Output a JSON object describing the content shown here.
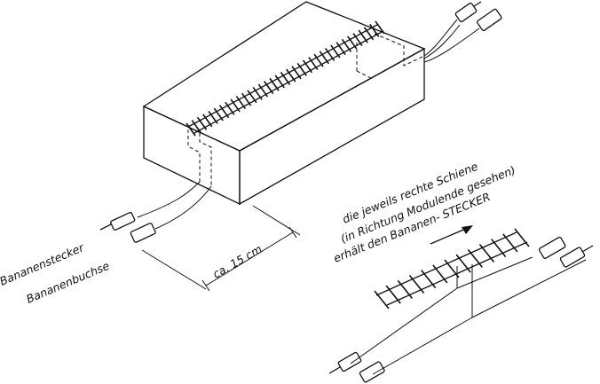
{
  "labels": {
    "plug": "Bananenstecker",
    "socket": "Bananenbuchse",
    "dimension": "ca. 15 cm",
    "note_line1": "die jeweils rechte Schiene",
    "note_line2": "(in Richtung Modulende gesehen)",
    "note_line3": "erhält den Bananen- STECKER"
  }
}
